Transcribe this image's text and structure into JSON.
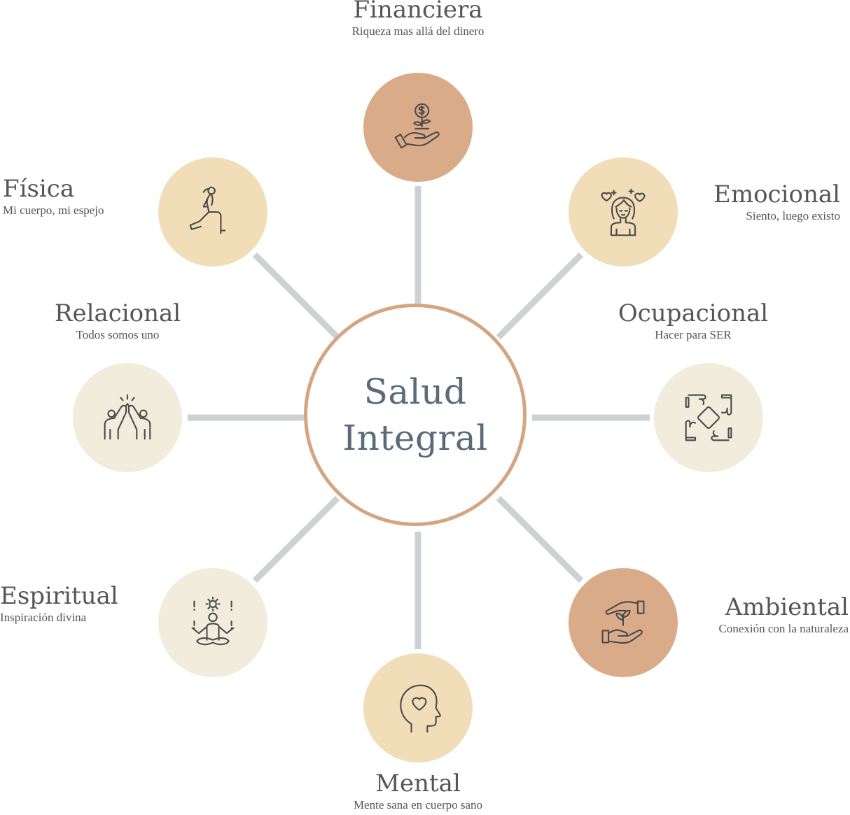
{
  "center": {
    "line1": "Salud",
    "line2": "Integral"
  },
  "colors": {
    "spoke": "#ccd1d4",
    "hub_ring": "#d4a581",
    "terracotta": "#d9ab89",
    "sand": "#f1deb8",
    "cream": "#f1ecdc",
    "icon": "#4a4a4a"
  },
  "nodes": {
    "financiera": {
      "title": "Financiera",
      "subtitle": "Riqueza mas allá del dinero",
      "icon": "money-hand-icon"
    },
    "emocional": {
      "title": "Emocional",
      "subtitle": "Siento, luego existo",
      "icon": "woman-hearts-icon"
    },
    "ocupacional": {
      "title": "Ocupacional",
      "subtitle": "Hacer para SER",
      "icon": "teamwork-hands-icon"
    },
    "ambiental": {
      "title": "Ambiental",
      "subtitle": "Conexión con la naturaleza",
      "icon": "hands-plant-icon"
    },
    "mental": {
      "title": "Mental",
      "subtitle": "Mente sana en cuerpo sano",
      "icon": "head-heart-icon"
    },
    "espiritual": {
      "title": "Espiritual",
      "subtitle": "Inspiración divina",
      "icon": "meditation-icon"
    },
    "relacional": {
      "title": "Relacional",
      "subtitle": "Todos somos uno",
      "icon": "high-five-icon"
    },
    "fisica": {
      "title": "Física",
      "subtitle": "Mi cuerpo, mi espejo",
      "icon": "lunge-exercise-icon"
    }
  }
}
